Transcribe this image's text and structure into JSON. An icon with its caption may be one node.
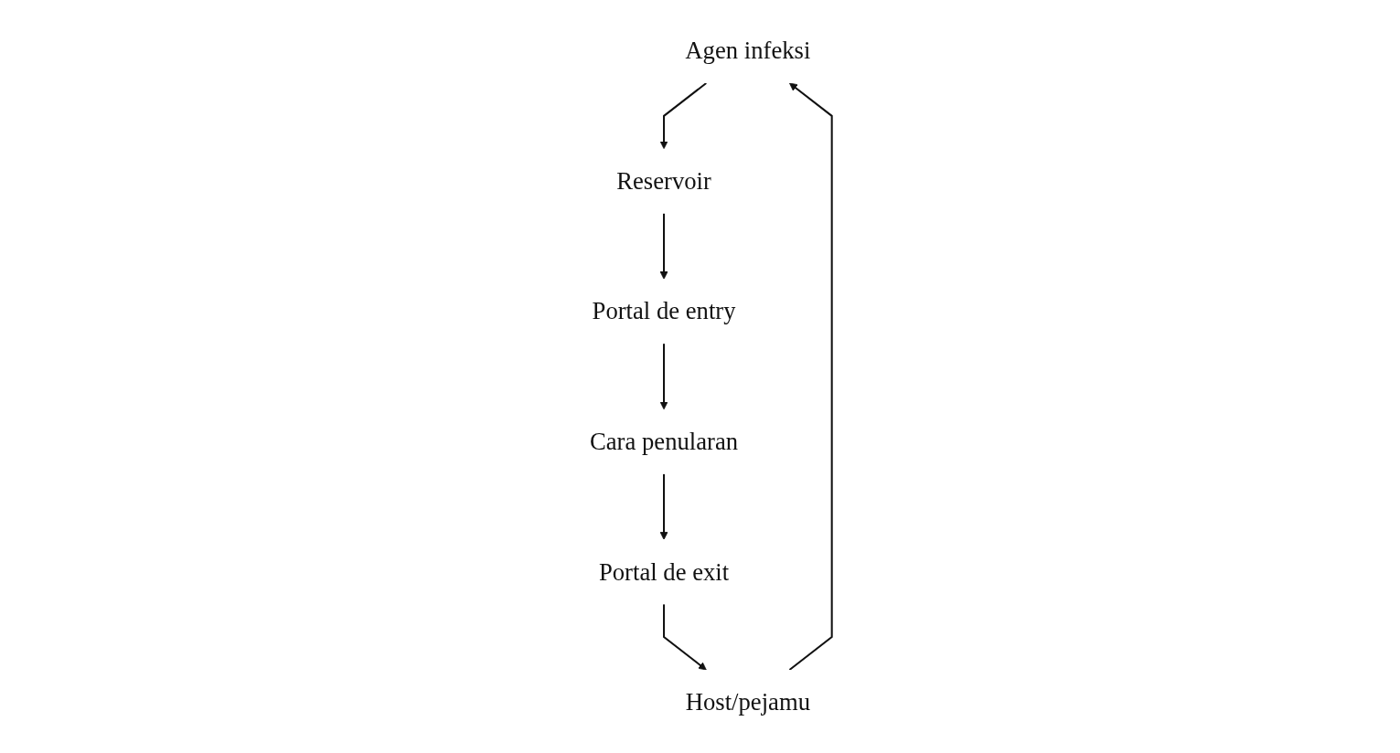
{
  "diagram": {
    "nodes": [
      {
        "text": [
          "Agen infeksi"
        ]
      },
      {
        "text": [
          "Reservoir"
        ]
      },
      {
        "text": [
          "Portal de entry"
        ]
      },
      {
        "text": [
          "Cara penularan"
        ]
      },
      {
        "text": [
          "Portal de exit"
        ]
      },
      {
        "text": [
          "Host/pejamu"
        ]
      }
    ],
    "edges": [
      {
        "from": 0,
        "to": 1,
        "arrow": "to"
      },
      {
        "from": 1,
        "to": 2,
        "arrow": "to"
      },
      {
        "from": 2,
        "to": 3,
        "arrow": "to"
      },
      {
        "from": 3,
        "to": 4,
        "arrow": "to"
      },
      {
        "from": 4,
        "to": 5,
        "arrow": "to"
      },
      {
        "from": 5,
        "to": 0,
        "arrow": "to"
      }
    ]
  }
}
